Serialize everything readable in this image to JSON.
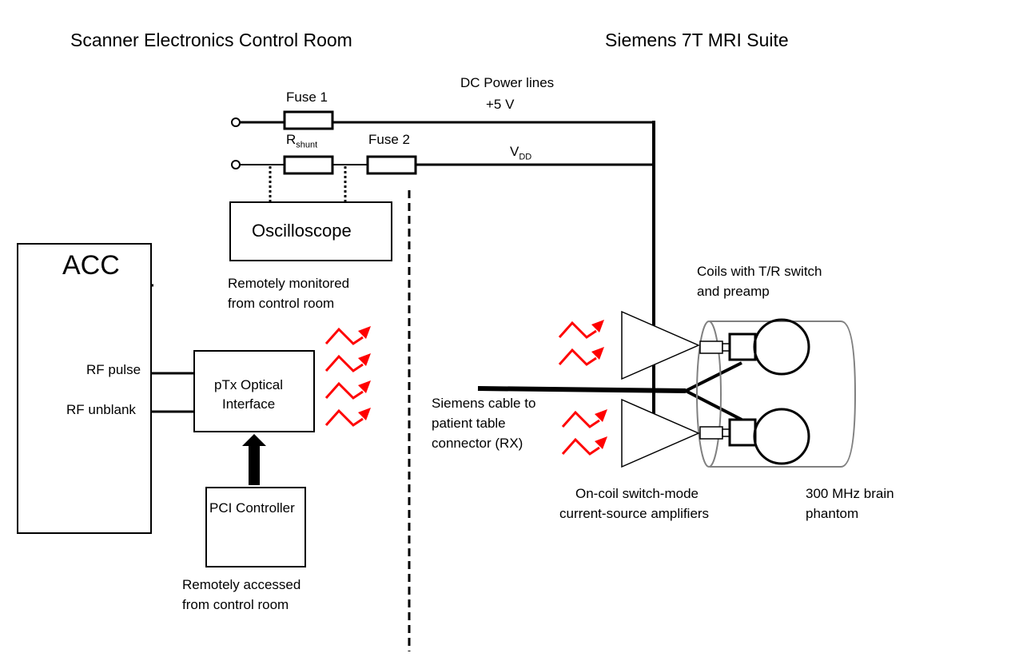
{
  "sections": {
    "control_room": "Scanner Electronics Control Room",
    "mri_suite": "Siemens 7T MRI Suite"
  },
  "power": {
    "title_line1": "DC Power lines",
    "title_line2": "+5 V",
    "fuse1": "Fuse 1",
    "fuse2": "Fuse 2",
    "rshunt_main": "R",
    "rshunt_sub": "shunt",
    "vdd_main": "V",
    "vdd_sub": "DD"
  },
  "blocks": {
    "oscilloscope": "Oscilloscope",
    "oscilloscope_note_1": "Remotely monitored",
    "oscilloscope_note_2": "from control room",
    "acc": "ACC",
    "rf_pulse": "RF pulse",
    "rf_unblank": "RF unblank",
    "ptx_line1": "pTx Optical",
    "ptx_line2": "Interface",
    "pci": "PCI Controller",
    "pci_note_1": "Remotely accessed",
    "pci_note_2": "from control room"
  },
  "suite": {
    "coils_1": "Coils with T/R switch",
    "coils_2": "and preamp",
    "cable_1": "Siemens cable to",
    "cable_2": "patient table",
    "cable_3": "connector (RX)",
    "amp_1": "On-coil switch-mode",
    "amp_2": "current-source amplifiers",
    "phantom_1": "300 MHz brain",
    "phantom_2": "phantom"
  },
  "colors": {
    "optical_signal": "#ff0000",
    "line": "#000000",
    "phantom_outline": "#808080"
  }
}
